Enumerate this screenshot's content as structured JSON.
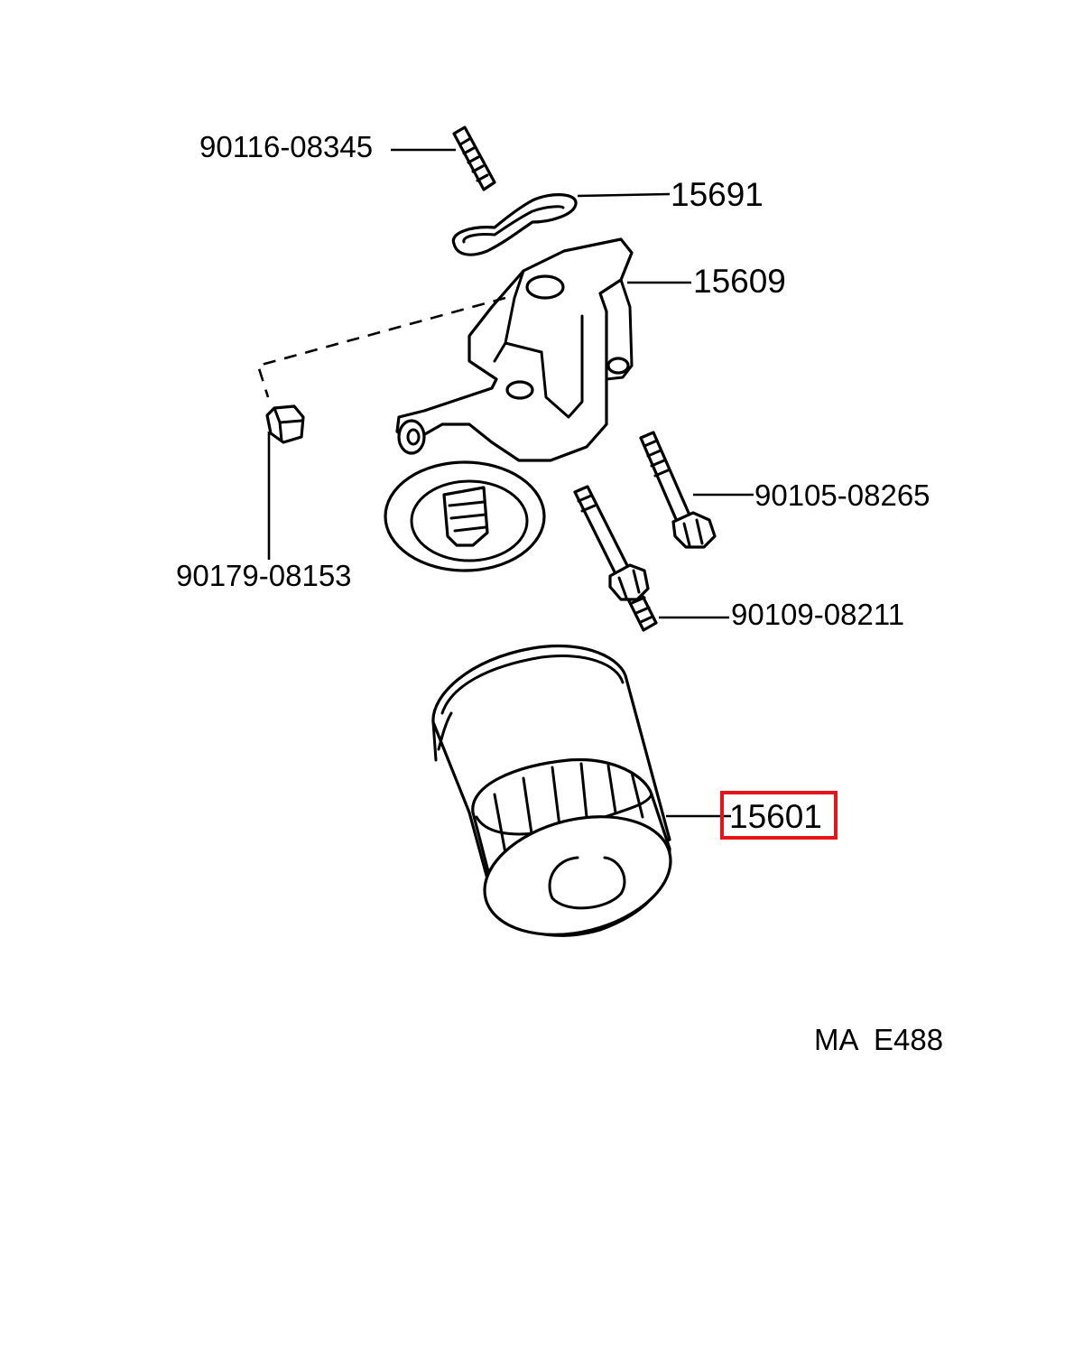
{
  "diagram": {
    "callouts": [
      {
        "id": "stud",
        "part_number": "90116-08345"
      },
      {
        "id": "gasket",
        "part_number": "15691"
      },
      {
        "id": "bracket",
        "part_number": "15609"
      },
      {
        "id": "bolt-upper",
        "part_number": "90105-08265"
      },
      {
        "id": "plug",
        "part_number": "90179-08153"
      },
      {
        "id": "bolt-lower",
        "part_number": "90109-08211"
      },
      {
        "id": "oil-filter",
        "part_number": "15601",
        "highlighted": true
      }
    ],
    "highlight_color": "#e8141c",
    "reference_code": "MA  E488"
  }
}
